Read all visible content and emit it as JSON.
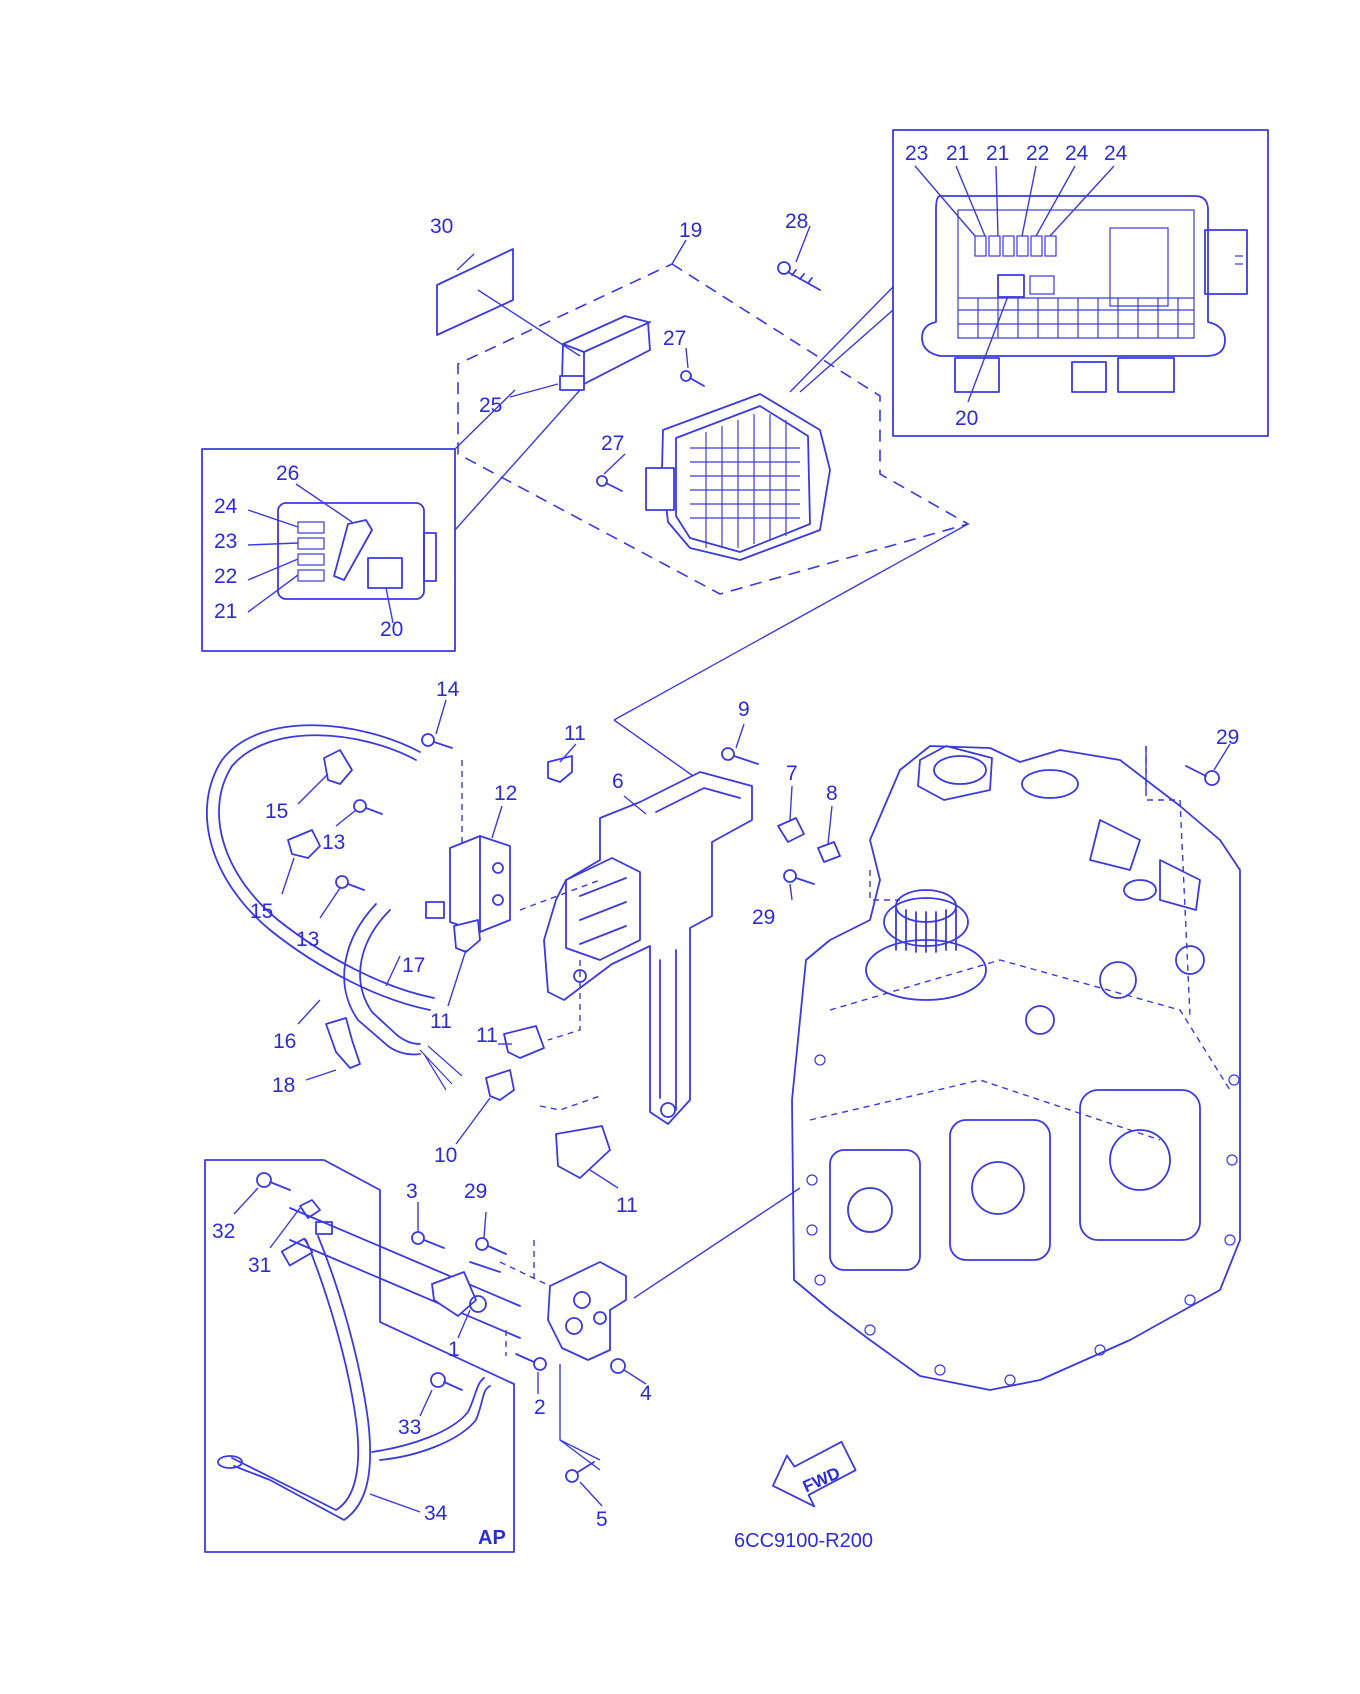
{
  "diagram_code": "6CC9100-R200",
  "inset_tag": "AP",
  "direction_label": "FWD",
  "ink_color": "#3a3adf",
  "labels": {
    "l30": "30",
    "l19": "19",
    "l28": "28",
    "l27a": "27",
    "l25": "25",
    "l27b": "27",
    "l26": "26",
    "l24a": "24",
    "l23a": "23",
    "l22a": "22",
    "l21a": "21",
    "l20a": "20",
    "l23b": "23",
    "l21b": "21",
    "l21c": "21",
    "l22b": "22",
    "l24b": "24",
    "l24c": "24",
    "l20b": "20",
    "l14": "14",
    "l11a": "11",
    "l9": "9",
    "l29a": "29",
    "l6": "6",
    "l7": "7",
    "l8": "8",
    "l12": "12",
    "l15a": "15",
    "l13a": "13",
    "l15b": "15",
    "l13b": "13",
    "l29b": "29",
    "l17": "17",
    "l16": "16",
    "l11b": "11",
    "l11c": "11",
    "l18": "18",
    "l10": "10",
    "l11d": "11",
    "l3": "3",
    "l29c": "29",
    "l32": "32",
    "l31": "31",
    "l1": "1",
    "l2": "2",
    "l4": "4",
    "l33": "33",
    "l34": "34",
    "l5": "5"
  }
}
